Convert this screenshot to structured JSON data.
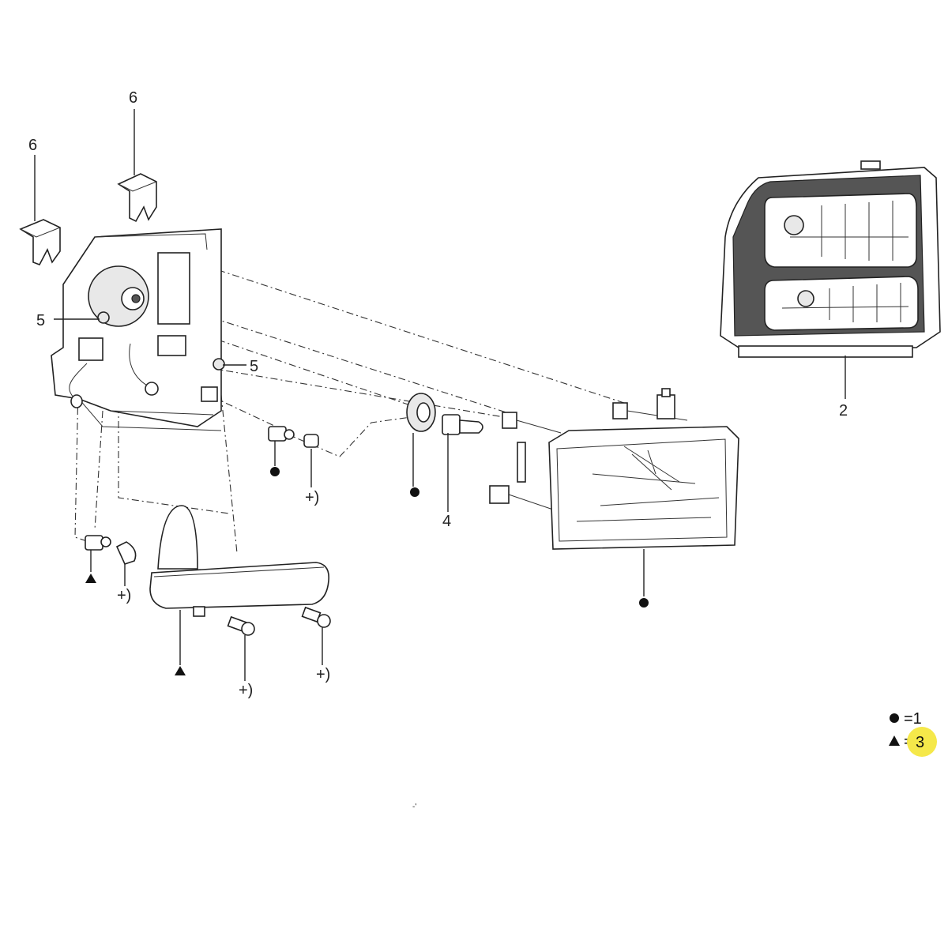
{
  "callouts": {
    "c6a": "6",
    "c6b": "6",
    "c5a": "5",
    "c5b": "5",
    "c4": "4",
    "c2": "2",
    "plus1": "+)",
    "plus2": "+)",
    "plus3": "+)",
    "plus4": "+)"
  },
  "legend": {
    "dot_eq": "=1",
    "tri_eq": "=",
    "tri_value": "3",
    "highlight_color": "#f5e84a"
  },
  "stray_mark": "-'"
}
